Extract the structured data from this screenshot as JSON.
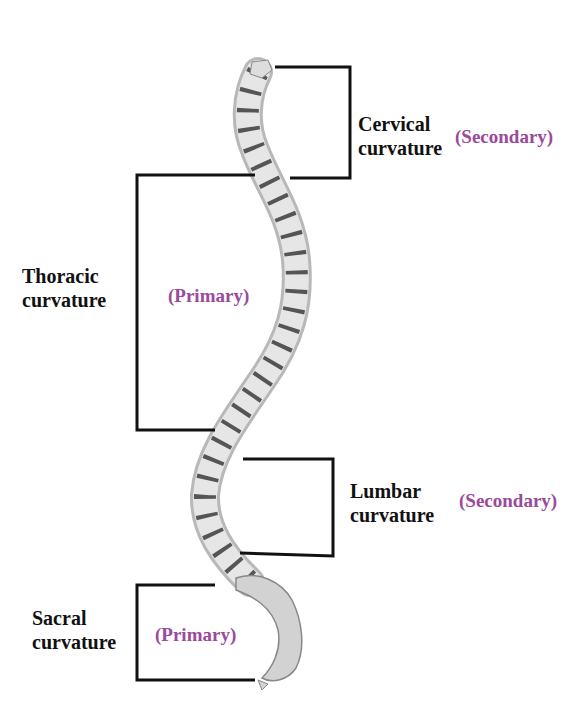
{
  "diagram": {
    "labels": [
      "Cervical curvature",
      "(Secondary)",
      "Thoracic curvature",
      "(Primary)",
      "Lumbar curvature",
      "(Secondary)",
      "Sacral curvature",
      "(Primary)"
    ]
  }
}
